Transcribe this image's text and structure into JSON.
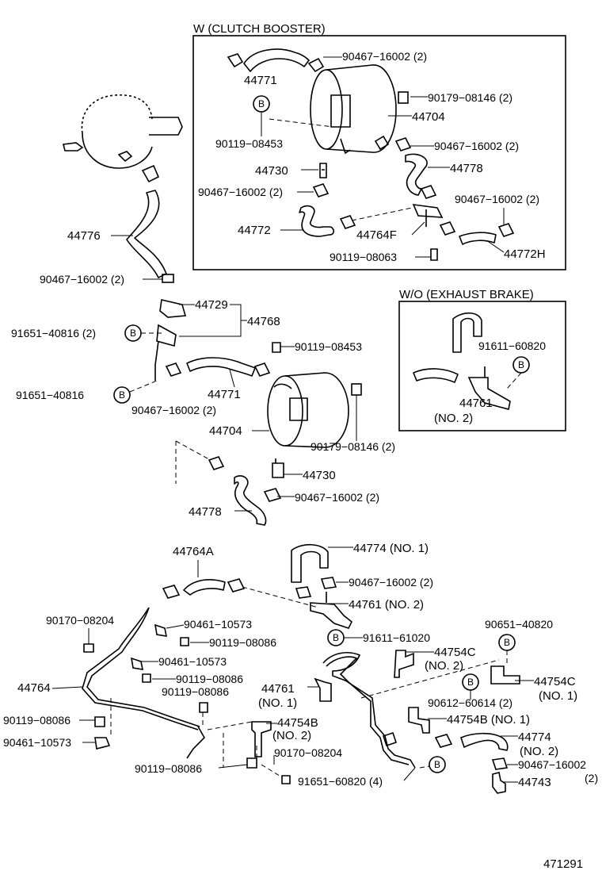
{
  "sections": {
    "with_clutch_booster": "W (CLUTCH  BOOSTER)",
    "without_exhaust_brake": "W/O (EXHAUST  BRAKE)"
  },
  "labels": {
    "l01": "90467−16002 (2)",
    "l02": "44771",
    "l03": "90179−08146 (2)",
    "l04": "44704",
    "l05": "90119−08453",
    "l06": "90467−16002 (2)",
    "l07": "44730",
    "l08": "44778",
    "l09": "90467−16002 (2)",
    "l10": "90467−16002 (2)",
    "l11": "44772",
    "l12": "44764F",
    "l13": "90119−08063",
    "l14": "44772H",
    "l15": "44776",
    "l16": "90467−16002 (2)",
    "l17": "44729",
    "l18": "44768",
    "l19": "91651−40816 (2)",
    "l20": "90119−08453",
    "l21": "91651−40816",
    "l22": "44771",
    "l23": "90467−16002 (2)",
    "l24": "44704",
    "l25": "90179−08146 (2)",
    "l26": "44730",
    "l27": "90467−16002 (2)",
    "l28": "44778",
    "l29": "91611−60820",
    "l30": "44761",
    "l31": "(NO. 2)",
    "l32": "44764A",
    "l33": "44774 (NO. 1)",
    "l34": "90467−16002 (2)",
    "l35": "44761 (NO. 2)",
    "l36": "90170−08204",
    "l37": "90461−10573",
    "l38": "90119−08086",
    "l39": "90651−40820",
    "l40": "91611−61020",
    "l41": "44754C",
    "l42": "(NO. 2)",
    "l43": "90461−10573",
    "l44": "44764",
    "l45": "90119−08086",
    "l46": "90119−08086",
    "l47": "44761",
    "l48": "(NO. 1)",
    "l49": "44754C",
    "l50": "(NO. 1)",
    "l51": "90612−60614 (2)",
    "l52": "90119−08086",
    "l53": "44754B",
    "l54": "44754B (NO. 1)",
    "l55": "(NO. 2)",
    "l56": "90461−10573",
    "l57": "44774",
    "l58": "90170−08204",
    "l59": "(NO. 2)",
    "l60": "90119−08086",
    "l61": "90467−16002",
    "l62": "91651−60820 (4)",
    "l63": "(2)",
    "l64": "44743",
    "l65": "471291"
  },
  "callout_letter": "B"
}
